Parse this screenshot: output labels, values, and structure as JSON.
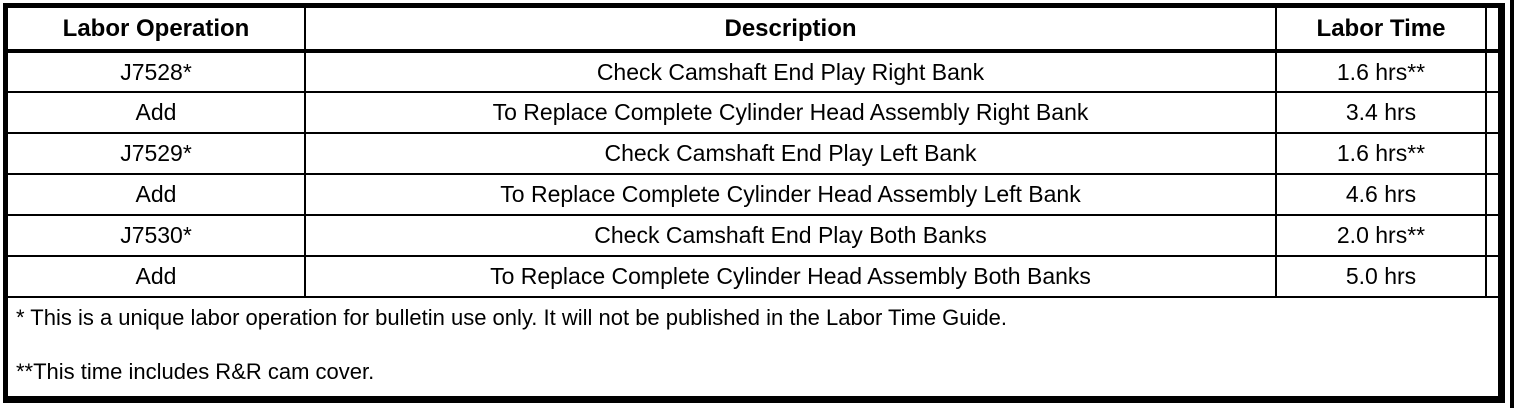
{
  "document": {
    "type": "labor-time-table",
    "colors": {
      "border": "#000000",
      "background": "#ffffff",
      "text": "#000000"
    },
    "table": {
      "headers": {
        "operation": "Labor Operation",
        "description": "Description",
        "time": "Labor Time"
      },
      "rows": [
        {
          "op": "J7528*",
          "description": "Check Camshaft End Play Right Bank",
          "time": "1.6 hrs**"
        },
        {
          "op": "Add",
          "description": "To Replace Complete Cylinder Head Assembly Right Bank",
          "time": "3.4 hrs"
        },
        {
          "op": "J7529*",
          "description": "Check Camshaft End Play Left Bank",
          "time": "1.6 hrs**"
        },
        {
          "op": "Add",
          "description": "To Replace Complete Cylinder Head Assembly Left Bank",
          "time": "4.6 hrs"
        },
        {
          "op": "J7530*",
          "description": "Check Camshaft End Play Both Banks",
          "time": "2.0 hrs**"
        },
        {
          "op": "Add",
          "description": "To Replace Complete Cylinder Head Assembly Both Banks",
          "time": "5.0 hrs"
        }
      ]
    },
    "footnotes": [
      "* This is a unique labor operation for bulletin use only. It will not be published in the Labor Time Guide.",
      "**This time includes R&R cam cover."
    ]
  }
}
